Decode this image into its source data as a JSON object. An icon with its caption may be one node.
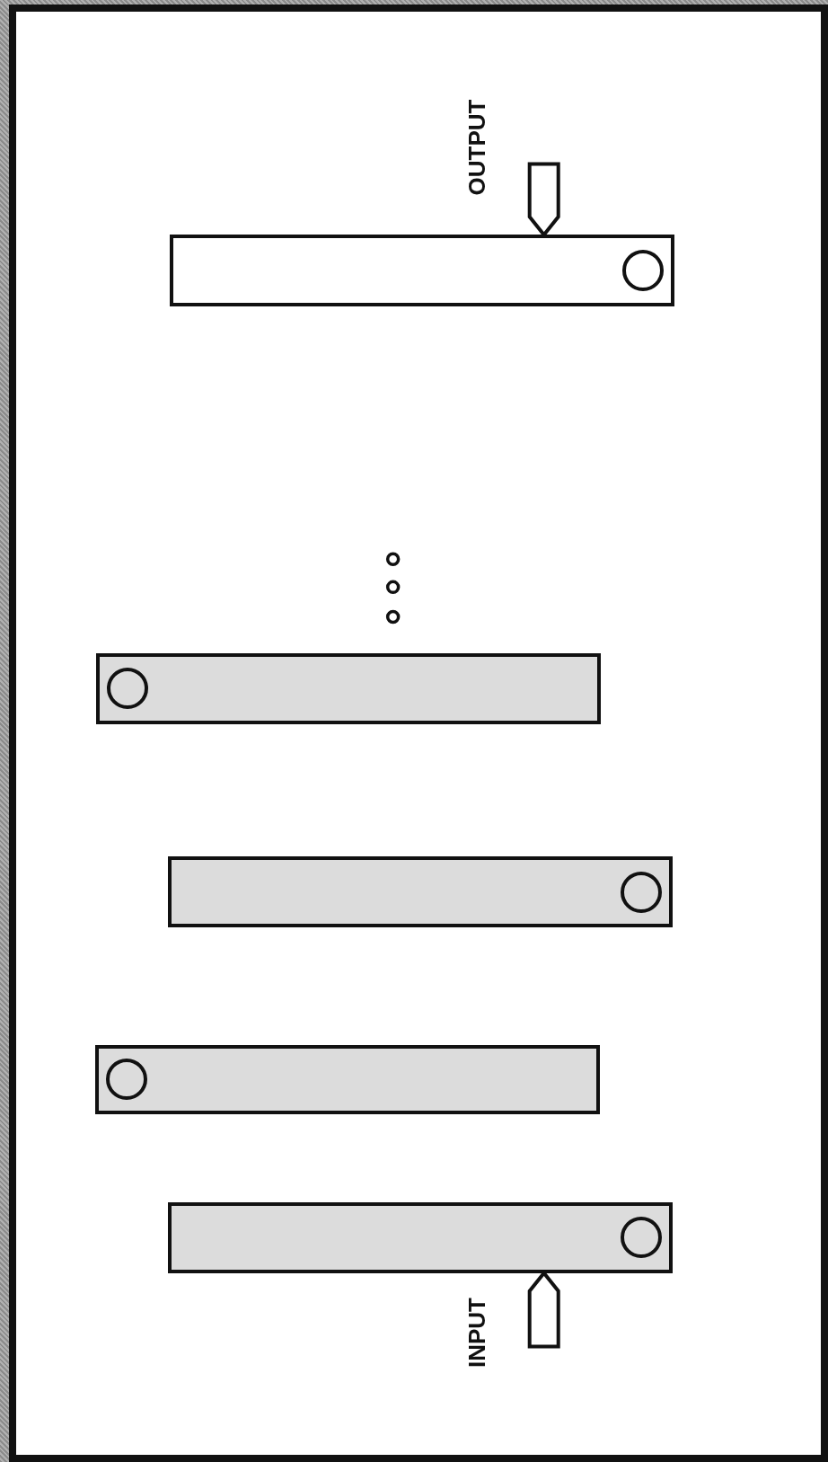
{
  "diagram": {
    "nodes": [
      {
        "text": [],
        "shape": "bar"
      },
      {
        "text": [],
        "shape": "bar"
      },
      {
        "text": [],
        "shape": "bar"
      },
      {
        "text": [],
        "shape": "bar"
      },
      {
        "text": [],
        "shape": "bar"
      }
    ],
    "edges": [
      {
        "from": null,
        "to": 0,
        "arrow": "to",
        "label": "OUTPUT"
      },
      {
        "from": null,
        "to": 4,
        "arrow": "to",
        "label": "INPUT"
      }
    ]
  }
}
